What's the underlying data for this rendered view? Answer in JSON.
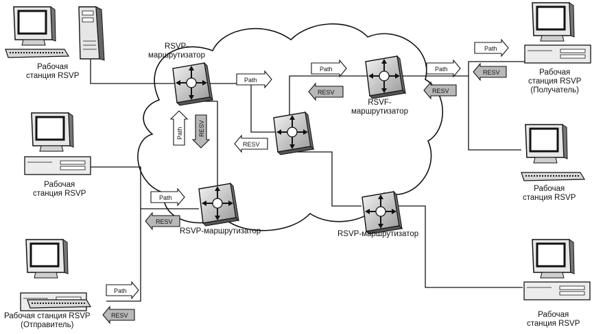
{
  "workstations": {
    "top_left": [
      "Рабочая",
      "станция RSVP"
    ],
    "mid_left": [
      "Рабочая",
      "станция RSVP"
    ],
    "sender": [
      "Рабочая станция RSVP",
      "(Отправитель)"
    ],
    "receiver": [
      "Рабочая",
      "станция RSVP",
      "(Получатель)"
    ],
    "mid_right": [
      "Рабочая",
      "станция RSVP"
    ],
    "bottom_right": [
      "Рабочая",
      "станция RSVP"
    ]
  },
  "routers": {
    "top_left": [
      "RSVP-",
      "маршрутизатор"
    ],
    "top_right": [
      "RSVF-",
      "маршрутизатор"
    ],
    "bottom_left": "RSVP-маршрутизатор",
    "bottom_right": "RSVP-маршрутизатор"
  },
  "messages": {
    "path": "Path",
    "resv": "RESV"
  },
  "colors": {
    "path_arrow_fill": "#ffffff",
    "resv_arrow_fill": "#b8b8b8",
    "line": "#111111"
  }
}
